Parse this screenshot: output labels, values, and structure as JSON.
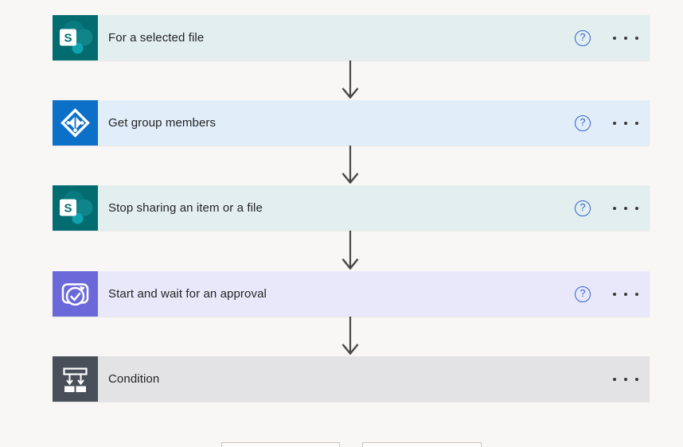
{
  "canvas": {
    "background": "#f8f7f6"
  },
  "flow": {
    "steps": [
      {
        "title": "For a selected file",
        "icon": "sharepoint-icon",
        "tile_color": "#036c70",
        "header_tint": "#e3efef",
        "has_help": true,
        "has_menu": true
      },
      {
        "title": "Get group members",
        "icon": "azure-ad-icon",
        "tile_color": "#0d70c8",
        "header_tint": "#e1edf9",
        "has_help": true,
        "has_menu": true
      },
      {
        "title": "Stop sharing an item or a file",
        "icon": "sharepoint-icon",
        "tile_color": "#036c70",
        "header_tint": "#e3efef",
        "has_help": true,
        "has_menu": true
      },
      {
        "title": "Start and wait for an approval",
        "icon": "approvals-icon",
        "tile_color": "#6b69d9",
        "header_tint": "#e9e8fb",
        "has_help": true,
        "has_menu": true
      },
      {
        "title": "Condition",
        "icon": "condition-icon",
        "tile_color": "#484f58",
        "header_tint": "#e3e3e5",
        "has_help": false,
        "has_menu": true
      }
    ],
    "help_glyph": "?",
    "branch_boxes": 2
  },
  "colors": {
    "help_accent": "#3161d1",
    "arrow": "#4a4847",
    "ellipsis_dot": "#3a3a3a",
    "text": "#242424"
  }
}
